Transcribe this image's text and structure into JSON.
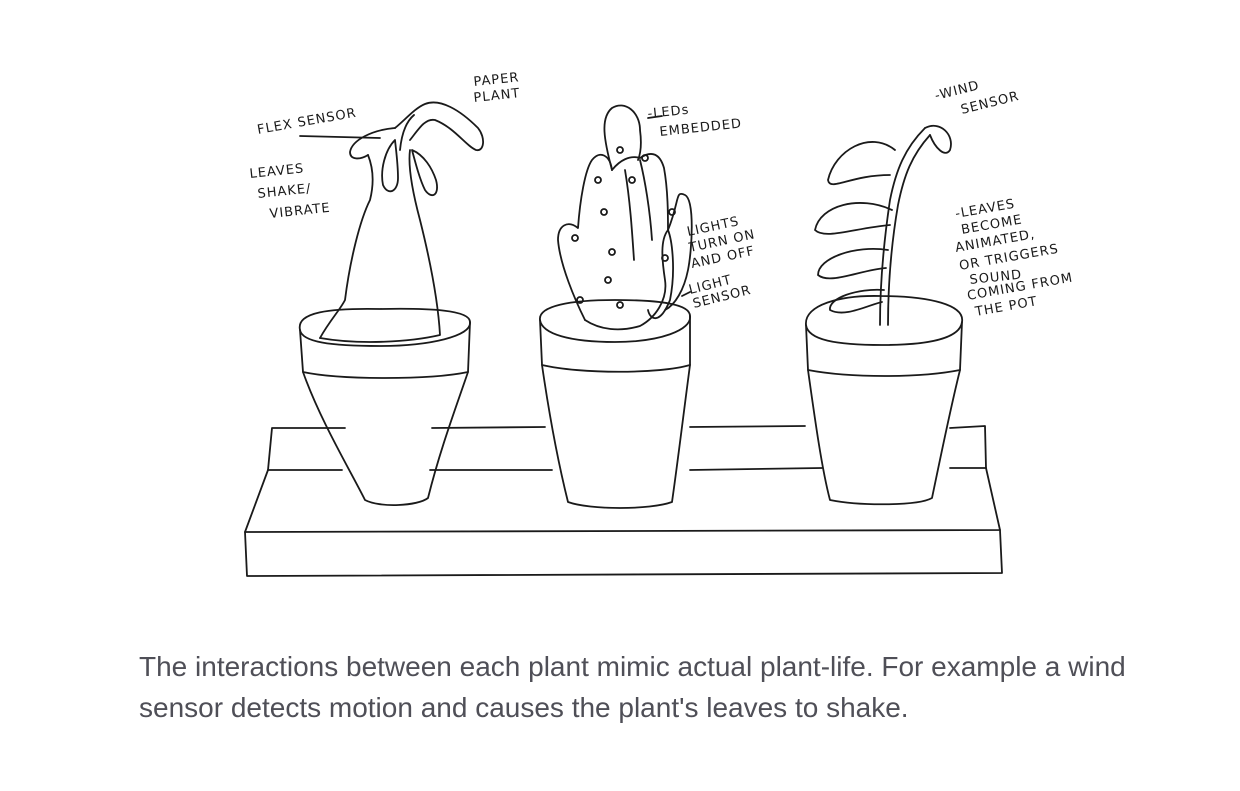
{
  "diagram": {
    "labels": {
      "paper_plant": [
        "PAPER",
        "PLANT"
      ],
      "flex_sensor": "FLEX SENSOR",
      "leaves_shake": [
        "LEAVES",
        "SHAKE/",
        "VIBRATE"
      ],
      "leds_embedded": [
        "-LEDs",
        "EMBEDDED"
      ],
      "lights_turn": [
        "LIGHTS",
        "TURN ON",
        "AND OFF"
      ],
      "light_sensor": [
        "LIGHT",
        "SENSOR"
      ],
      "wind_sensor": [
        "-WIND",
        "SENSOR"
      ],
      "leaves_animated": [
        "-LEAVES",
        "BECOME",
        "ANIMATED,",
        "OR TRIGGERS",
        "SOUND",
        "COMING FROM",
        "THE POT"
      ]
    }
  },
  "caption": "The interactions between each plant mimic actual plant-life. For example a wind sensor detects motion and causes the plant's leaves to shake."
}
